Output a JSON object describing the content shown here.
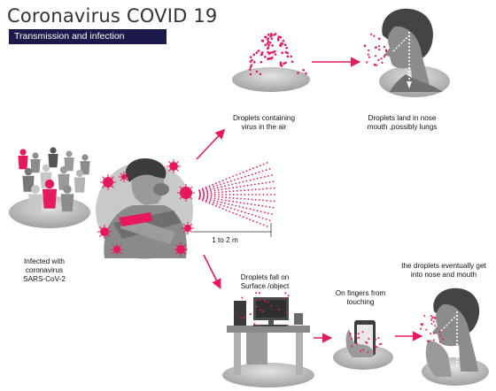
{
  "title": "Coronavirus COVID 19",
  "subtitle": "Transmission and infection",
  "labels": {
    "droplets_air": [
      "Droplets containing",
      "virus in the air"
    ],
    "droplets_land": [
      "Droplets land in nose",
      "mouth ,possibly lungs"
    ],
    "infected": [
      "Infected with",
      "coronavirus",
      "SARS-CoV-2"
    ],
    "distance": "1 to 2 m",
    "droplets_fall": [
      "Droplets fall on",
      "Surface /object"
    ],
    "on_fingers": [
      "On fingers from",
      "touching"
    ],
    "eventually": [
      "the droplets eventually get",
      "into nose and mouth"
    ]
  },
  "colors": {
    "accent": "#e6195f",
    "dark": "#555555",
    "mid": "#8c8c8c",
    "light": "#c8c8c8",
    "navy": "#1c1a4a"
  }
}
